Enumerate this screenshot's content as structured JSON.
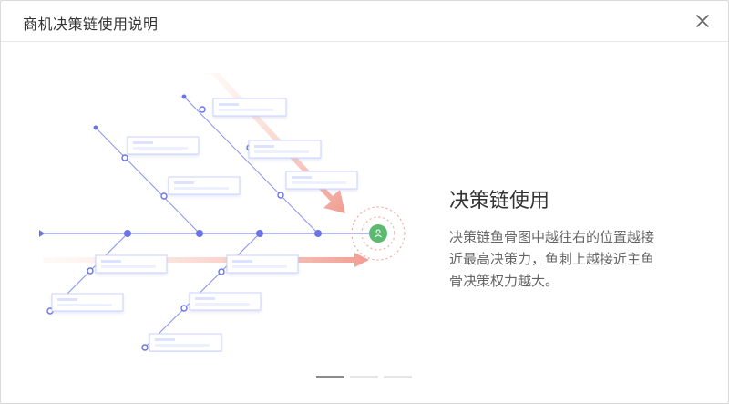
{
  "dialog": {
    "title": "商机决策链使用说明"
  },
  "content": {
    "heading": "决策链使用",
    "description": "决策链鱼骨图中越往右的位置越接\n近最高决策力，鱼刺上越接近主鱼\n骨决策权力越大。"
  },
  "carousel": {
    "count": 3,
    "active": 0
  },
  "colors": {
    "spine": "#6b74e6",
    "arrow": "#f19c90",
    "head": "#5cba70",
    "card_border": "#c9d2ff"
  },
  "icons": {
    "close": "close-icon"
  }
}
